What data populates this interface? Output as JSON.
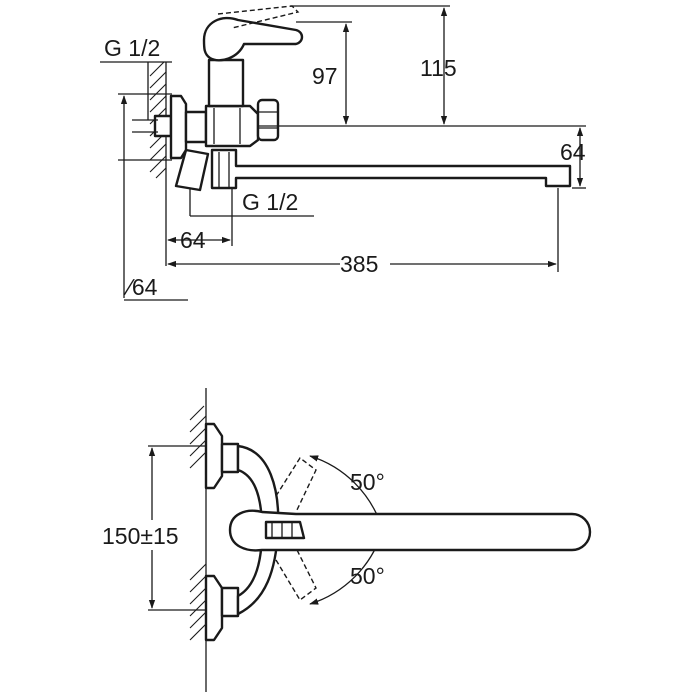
{
  "side_view": {
    "thread_top": "G 1/2",
    "thread_bottom": "G 1/2",
    "height_lever": "97",
    "height_total": "115",
    "spout_height": "64",
    "inlet_offset": "64",
    "spout_length": "385",
    "flange_diameter": "∕64"
  },
  "front_view": {
    "centers": "150±15",
    "angle_up": "50°",
    "angle_down": "50°"
  },
  "colors": {
    "ink": "#1a1a1a",
    "paper": "#ffffff"
  }
}
